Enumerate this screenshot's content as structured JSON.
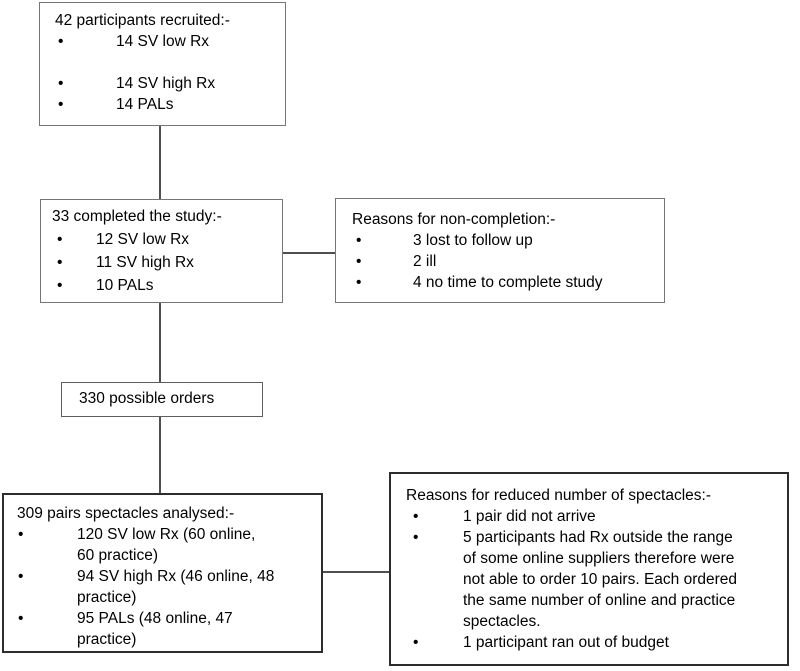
{
  "glyphs": {
    "bullet": "•"
  },
  "colors": {
    "background": "#ffffff",
    "text": "#000000",
    "box_border_light": "#767676",
    "box_border_dark": "#2d2d2d",
    "connector_line": "#4f4f4f"
  },
  "boxes": {
    "recruited": {
      "title": "42 participants recruited:-",
      "items": [
        [
          "14 SV low Rx"
        ],
        [
          "14 SV high Rx"
        ],
        [
          "14 PALs"
        ]
      ]
    },
    "completed": {
      "title": "33 completed the study:-",
      "items": [
        [
          "12 SV low Rx"
        ],
        [
          "11 SV high Rx"
        ],
        [
          "10 PALs"
        ]
      ]
    },
    "non_completion": {
      "title": "Reasons for non-completion:-",
      "items": [
        [
          "3 lost to follow up"
        ],
        [
          "2 ill"
        ],
        [
          "4 no time to complete study"
        ]
      ]
    },
    "orders": {
      "label": "330 possible orders"
    },
    "analysed": {
      "title": "309 pairs spectacles analysed:-",
      "items": [
        [
          "120 SV low Rx (60 online,",
          "60 practice)"
        ],
        [
          "94 SV high Rx (46 online, 48",
          "practice)"
        ],
        [
          "95 PALs (48 online, 47",
          "practice)"
        ]
      ]
    },
    "reduced": {
      "title": "Reasons for reduced number of spectacles:-",
      "items": [
        [
          "1 pair did not arrive"
        ],
        [
          "5 participants had Rx outside the range",
          "of some online suppliers therefore were",
          "not able to order 10 pairs. Each ordered",
          "the same number of online and practice",
          "spectacles."
        ],
        [
          "1 participant ran out of budget"
        ]
      ]
    }
  }
}
